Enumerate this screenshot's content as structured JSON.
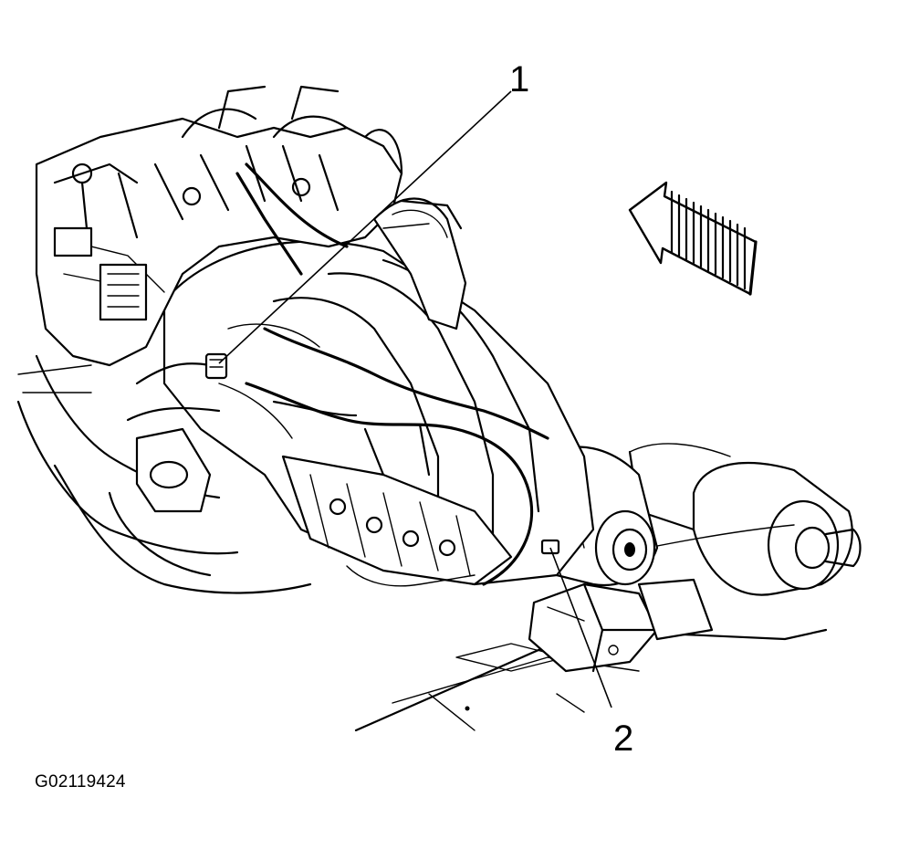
{
  "figure": {
    "id_label": "G02119424",
    "subject": "transmission",
    "colors": {
      "ink": "#000000",
      "background": "#ffffff"
    }
  },
  "callouts": [
    {
      "number": "1"
    },
    {
      "number": "2"
    }
  ],
  "direction_arrow": {
    "icon": "front-direction-arrow-icon"
  }
}
